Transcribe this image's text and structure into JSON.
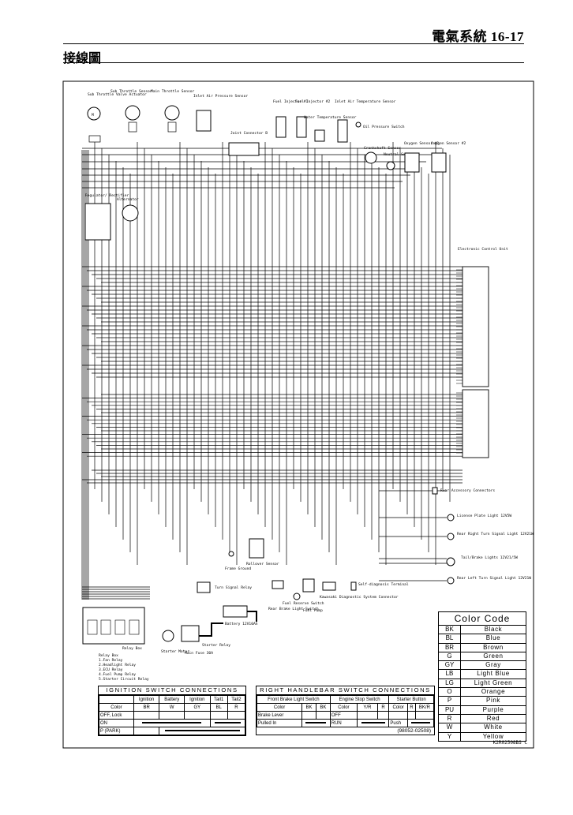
{
  "header": {
    "page_title": "電氣系統 16-17",
    "section_title": "接線圖"
  },
  "components": {
    "sub_throttle_valve_actuator": "Sub Throttle Valve Actuator",
    "sub_throttle_sensor": "Sub Throttle Sensor",
    "main_throttle_sensor": "Main Throttle Sensor",
    "inlet_air_pressure_sensor": "Inlet Air Pressure Sensor",
    "joint_connector_b": "Joint Connector B",
    "fuel_injector_1": "Fuel Injector #1",
    "fuel_injector_2": "Fuel Injector #2",
    "water_temperature_sensor": "Water Temperature Sensor",
    "inlet_air_temperature_sensor": "Inlet Air Temperature Sensor",
    "oil_pressure_switch": "Oil Pressure Switch",
    "crankshaft_sensor": "Crankshaft Sensor",
    "neutral_switch": "Neutral Switch",
    "oxygen_sensor_1": "Oxygen Sensor #1",
    "oxygen_sensor_2": "Oxygen Sensor #2",
    "regulator_rectifier": "Regulator/ Rectifier",
    "alternator": "Alternator",
    "ecu": "Electronic Control Unit",
    "rear_accessory_connectors": "Rear Accessory Connectors",
    "license_plate_light": "License Plate Light 12V5W",
    "rear_right_turn_signal": "Rear Right Turn Signal Light 12V21W",
    "tail_brake_lights": "Tail/Brake Lights 12V21/5W",
    "rear_left_turn_signal": "Rear Left Turn Signal Light 12V21W",
    "self_diagnosis_terminal": "Self-diagnosis Terminal",
    "frame_ground": "Frame Ground",
    "rollover_sensor": "Rollover Sensor",
    "turn_signal_relay": "Turn Signal Relay",
    "rear_brake_light_switch": "Rear Brake Light Switch",
    "fuel_reserve_switch": "Fuel Reserve Switch",
    "fuel_pump": "Fuel Pump",
    "kawasaki_diagnostic_connector": "Kawasaki Diagnostic System Connector",
    "battery": "Battery 12V10Ah",
    "starter_relay": "Starter Relay",
    "main_fuse": "Main Fuse 30A",
    "starter_motor": "Starter Motor",
    "relay_box": "Relay Box",
    "relay_box_list": [
      "Relay Box",
      "1.Fan Relay",
      "2.Headlight Relay",
      "3.ECU Relay",
      "4.Fuel Pump Relay",
      "5.Starter Circuit Relay"
    ]
  },
  "color_code": {
    "title": "Color Code",
    "rows": [
      {
        "code": "BK",
        "name": "Black"
      },
      {
        "code": "BL",
        "name": "Blue"
      },
      {
        "code": "BR",
        "name": "Brown"
      },
      {
        "code": "G",
        "name": "Green"
      },
      {
        "code": "GY",
        "name": "Gray"
      },
      {
        "code": "LB",
        "name": "Light Blue"
      },
      {
        "code": "LG",
        "name": "Light Green"
      },
      {
        "code": "O",
        "name": "Orange"
      },
      {
        "code": "P",
        "name": "Pink"
      },
      {
        "code": "PU",
        "name": "Purple"
      },
      {
        "code": "R",
        "name": "Red"
      },
      {
        "code": "W",
        "name": "White"
      },
      {
        "code": "Y",
        "name": "Yellow"
      }
    ]
  },
  "ignition_switch": {
    "title": "IGNITION SWITCH CONNECTIONS",
    "headers": [
      "",
      "Ignition",
      "Battery",
      "Ignition",
      "Tail1",
      "Tail2"
    ],
    "color_row": [
      "Color",
      "BR",
      "W",
      "GY",
      "BL",
      "R"
    ],
    "positions": [
      "OFF, Lock",
      "ON",
      "P (PARK)"
    ]
  },
  "handlebar_switch": {
    "title": "RIGHT HANDLEBAR SWITCH CONNECTIONS",
    "group1": "Front Brake Light Switch",
    "group2": "Engine Stop Switch",
    "group3": "Starter Button",
    "color_label": "Color",
    "g1_colors": [
      "BK",
      "BK"
    ],
    "g2_colors": [
      "Y/R",
      "R"
    ],
    "g3_colors": [
      "R",
      "BK/R"
    ],
    "g1_state": "Brake Lever",
    "g1_state2": "Pulled In",
    "g2_state": "OFF",
    "g2_state2": "RUN",
    "g3_state": "Push",
    "part_number": "(98052-02508)"
  },
  "figure_code": "K2R02508BS C"
}
